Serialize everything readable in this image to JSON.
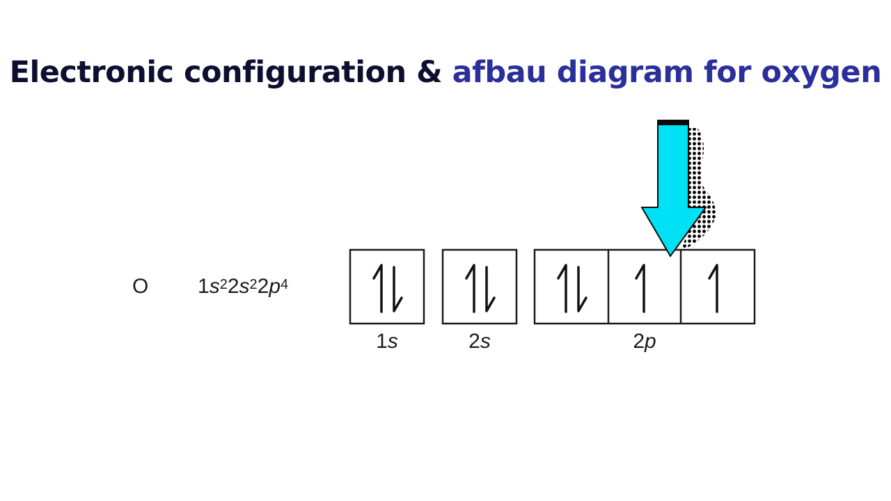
{
  "title": {
    "parts": [
      {
        "text": "Electronic configuration & ",
        "color": "#0e0e30"
      },
      {
        "text": "afbau diagram for oxygen",
        "color": "#2b2f9c"
      }
    ]
  },
  "element": {
    "symbol": "O",
    "configuration": [
      {
        "n": "1",
        "l": "s",
        "e": "2"
      },
      {
        "n": "2",
        "l": "s",
        "e": "2"
      },
      {
        "n": "2",
        "l": "p",
        "e": "4"
      }
    ]
  },
  "subshells": [
    {
      "n": "1",
      "l": "s",
      "orbitals": [
        "up-down"
      ]
    },
    {
      "n": "2",
      "l": "s",
      "orbitals": [
        "up-down"
      ]
    },
    {
      "n": "2",
      "l": "p",
      "orbitals": [
        "up-down",
        "up",
        "up"
      ]
    }
  ],
  "pointer": {
    "color": "#00e1f5",
    "shadow": "halftone-dots"
  }
}
